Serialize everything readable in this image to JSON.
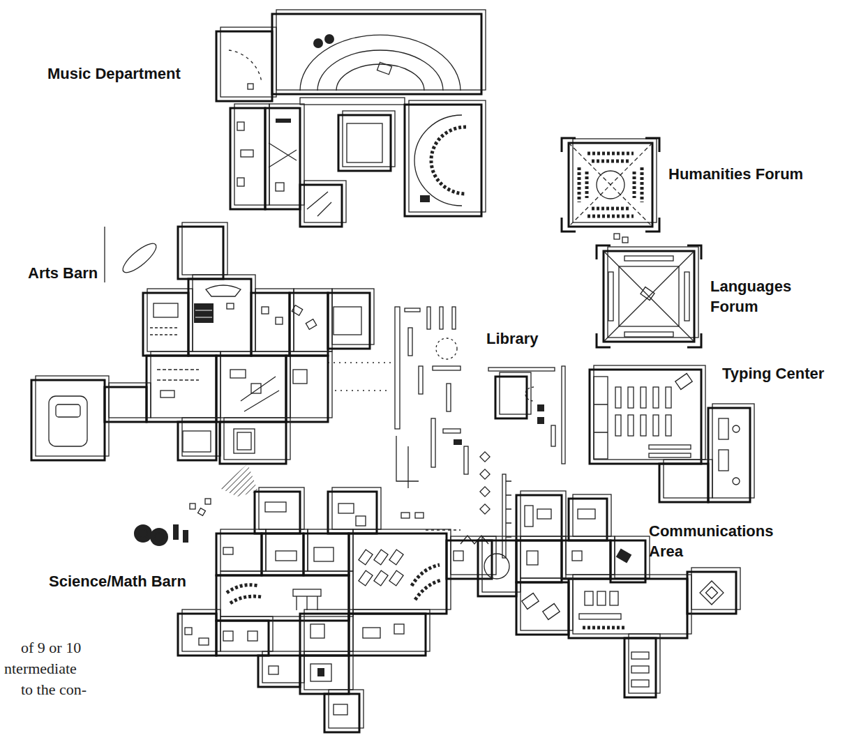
{
  "diagram": {
    "labels": [
      "Music Department",
      "Humanities Forum",
      "Arts Barn",
      "Languages Forum",
      "Library",
      "Typing Center",
      "Communications Area",
      "Science/Math Barn",
      "of 9 or 10",
      "ntermediate",
      "to the con-"
    ]
  }
}
